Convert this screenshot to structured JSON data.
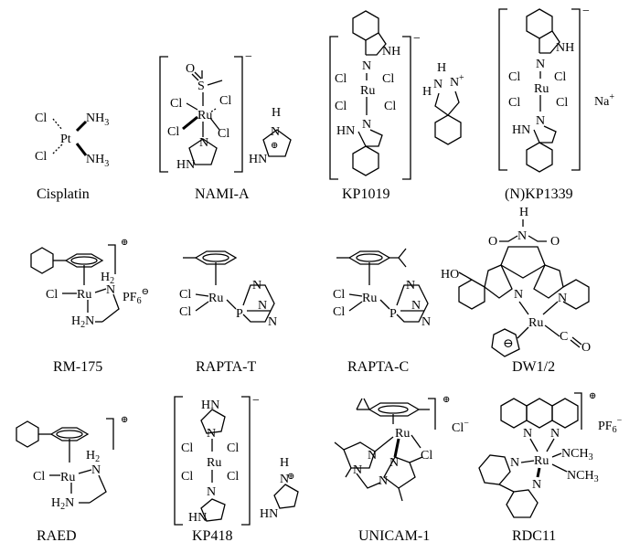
{
  "compounds": [
    {
      "name": "Cisplatin"
    },
    {
      "name": "NAMI-A"
    },
    {
      "name": "KP1019"
    },
    {
      "name": "(N)KP1339"
    },
    {
      "name": "RM-175"
    },
    {
      "name": "RAPTA-T"
    },
    {
      "name": "RAPTA-C"
    },
    {
      "name": "DW1/2"
    },
    {
      "name": "RAED"
    },
    {
      "name": "KP418"
    },
    {
      "name": "UNICAM-1"
    },
    {
      "name": "RDC11"
    }
  ],
  "atoms": {
    "cl": "Cl",
    "pt": "Pt",
    "nh3": "NH",
    "sub3": "3",
    "ru": "Ru",
    "s": "S",
    "o": "O",
    "n": "N",
    "h": "H",
    "hn": "HN",
    "nh": "NH",
    "p": "P",
    "h2": "H",
    "sub2": "2",
    "h2n": "H",
    "pf6": "PF",
    "sub6": "6",
    "na": "Na",
    "co": "C",
    "ho": "HO",
    "nch3": "NCH"
  },
  "charges": {
    "minus": "−",
    "plus": "+",
    "circplus": "⊕",
    "circminus": "⊖",
    "cl_minus": "Cl"
  }
}
